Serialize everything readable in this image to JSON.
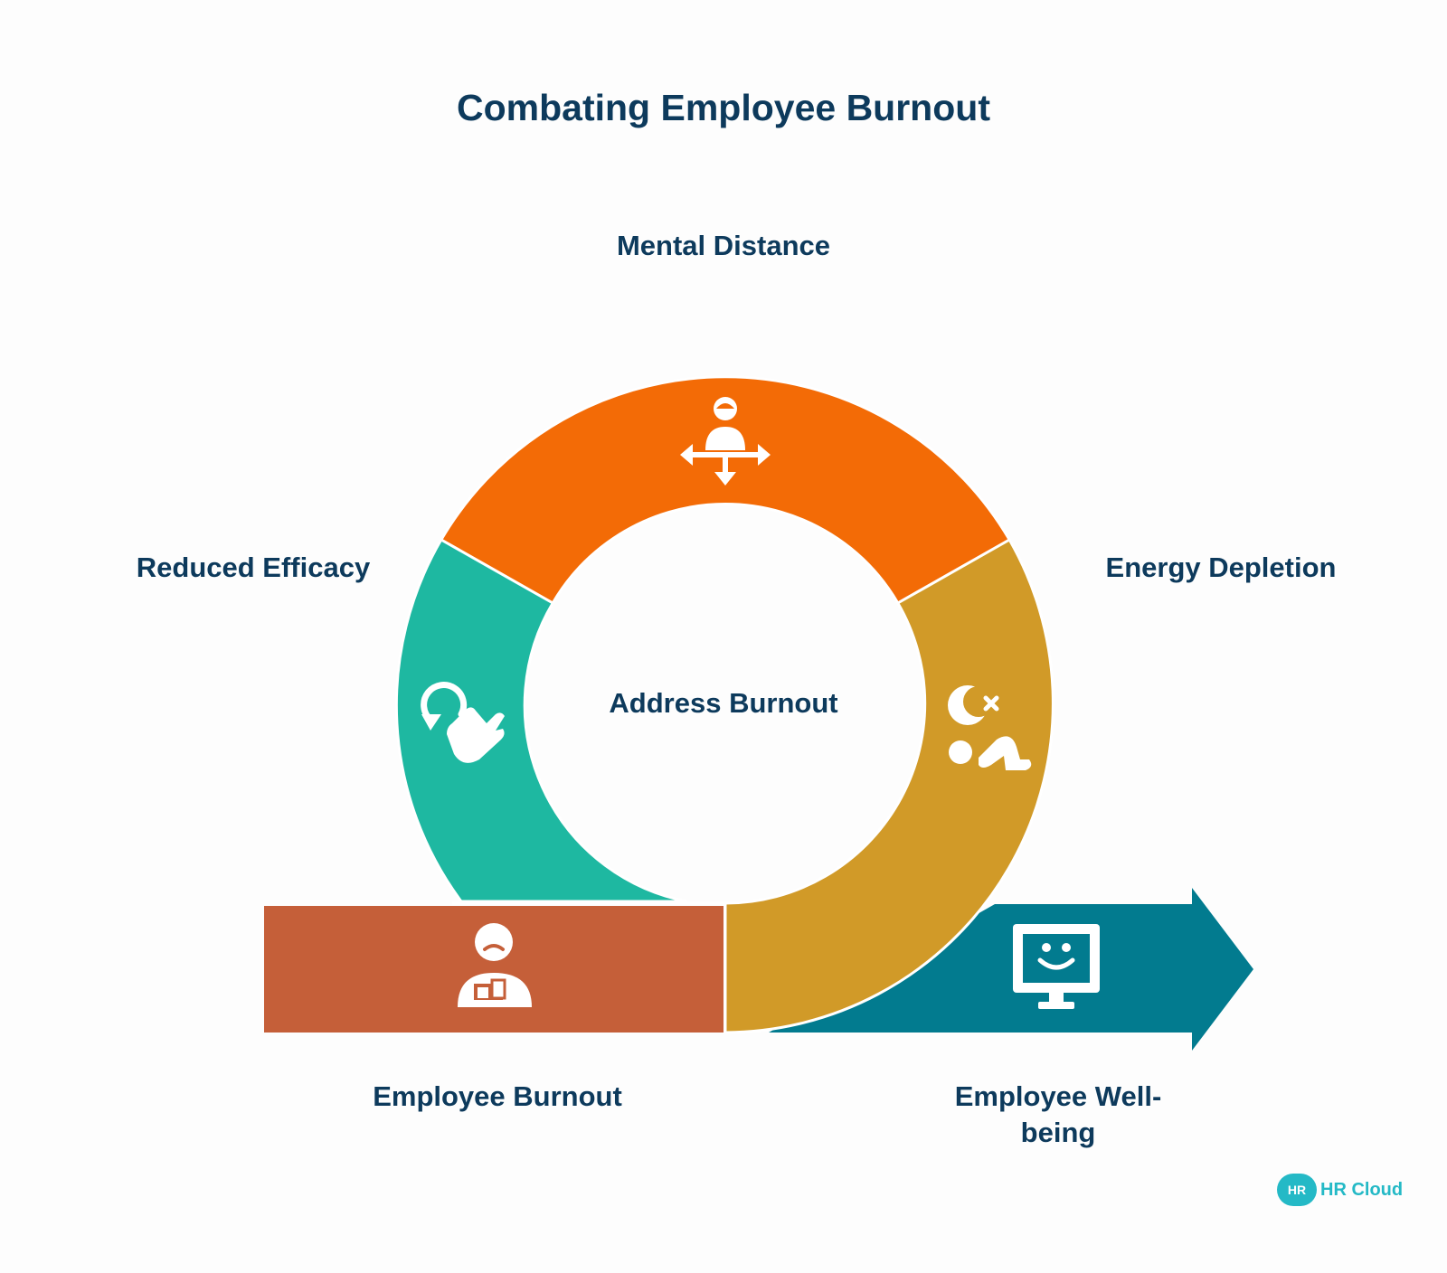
{
  "title": "Combating Employee Burnout",
  "center_label": "Address Burnout",
  "segments": {
    "mental_distance": {
      "label": "Mental Distance",
      "color": "#f36b06",
      "icon": "person-arrows-icon"
    },
    "reduced_efficacy": {
      "label": "Reduced Efficacy",
      "color": "#1eb8a1",
      "icon": "hand-refresh-icon"
    },
    "energy_depletion": {
      "label": "Energy Depletion",
      "color": "#d19a28",
      "icon": "sleep-moon-icon"
    }
  },
  "start": {
    "label": "Employee Burnout",
    "color": "#c55f39",
    "icon": "sad-person-desk-icon"
  },
  "end": {
    "label": "Employee Well-being",
    "color": "#027b8f",
    "icon": "smiling-monitor-icon"
  },
  "brand": {
    "badge": "HR",
    "name": "HR Cloud",
    "color": "#24b9c6"
  }
}
